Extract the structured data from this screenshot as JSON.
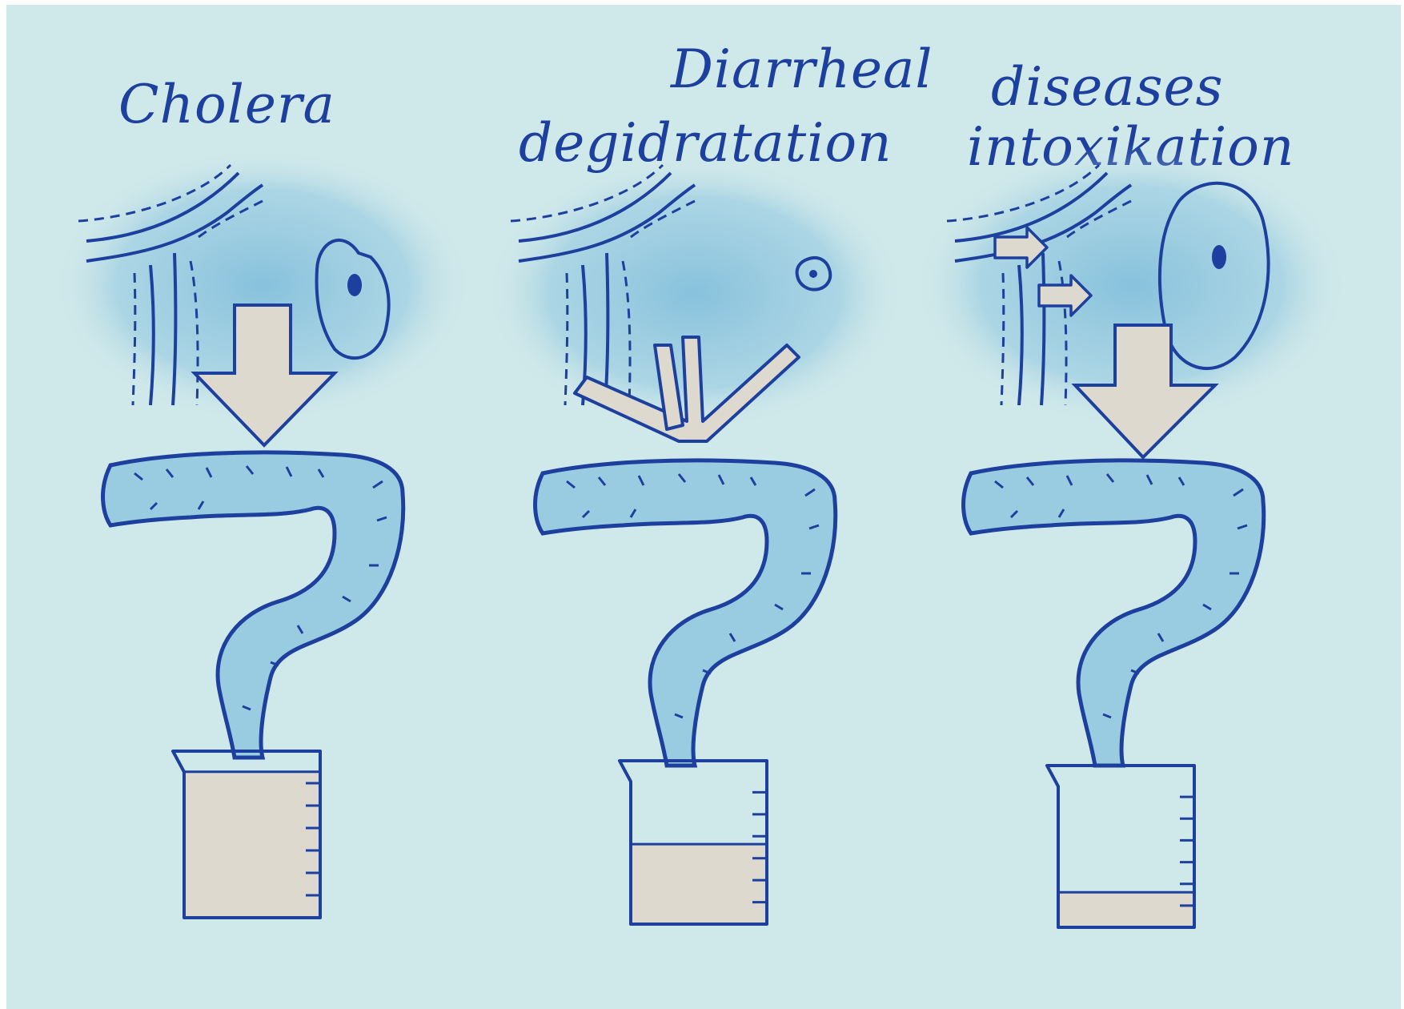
{
  "labels": {
    "cholera": "Cholera",
    "diarrheal": "Diarrheal",
    "diseases": "diseases",
    "dehydration": "degidratation",
    "intoxication": "intoxikation"
  },
  "colors": {
    "background": "#cfe8ea",
    "ink": "#1d3f9e",
    "wash": "#6fb4d8",
    "beige": "#ddd9cf"
  },
  "beaker_fill_levels": {
    "cholera": 0.93,
    "dehydration": 0.52,
    "intoxication": 0.23
  }
}
